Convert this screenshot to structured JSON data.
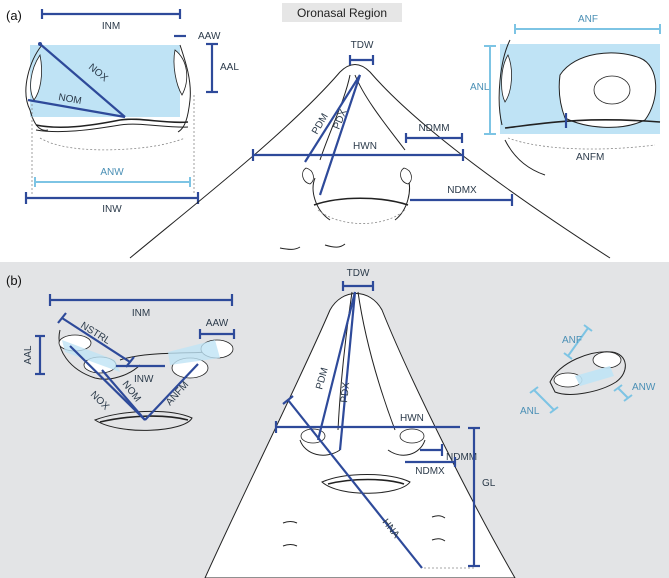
{
  "title": "Oronasal Region",
  "panels": {
    "a": {
      "label": "(a)",
      "measures": {
        "inm": "INM",
        "aaw": "AAW",
        "aal": "AAL",
        "nox": "NOX",
        "nom": "NOM",
        "anw": "ANW",
        "inw": "INW",
        "tdw": "TDW",
        "pdm": "PDM",
        "pdx": "PDX",
        "hwn": "HWN",
        "ndmm": "NDMM",
        "ndmx": "NDMX",
        "anf": "ANF",
        "anl": "ANL",
        "anfm": "ANFM"
      }
    },
    "b": {
      "label": "(b)",
      "measures": {
        "inm": "INM",
        "nstrl": "NSTRL",
        "aaw": "AAW",
        "aal": "AAL",
        "inw": "INW",
        "nox": "NOX",
        "nom": "NOM",
        "anfm": "ANFM",
        "tdw": "TDW",
        "pdm": "PDM",
        "pdx": "PDX",
        "hwn": "HWN",
        "ndmm": "NDMM",
        "ndmx": "NDMX",
        "gl": "GL",
        "hna": "HNA",
        "anf": "ANF",
        "anl": "ANL",
        "anw": "ANW"
      }
    }
  },
  "colors": {
    "dark_measure": "#2e4a9a",
    "light_measure": "#7dc4e4",
    "fill_blue": "#bfe3f5",
    "panel_b_background": "#e3e4e6",
    "title_background": "#e6e6e6"
  }
}
